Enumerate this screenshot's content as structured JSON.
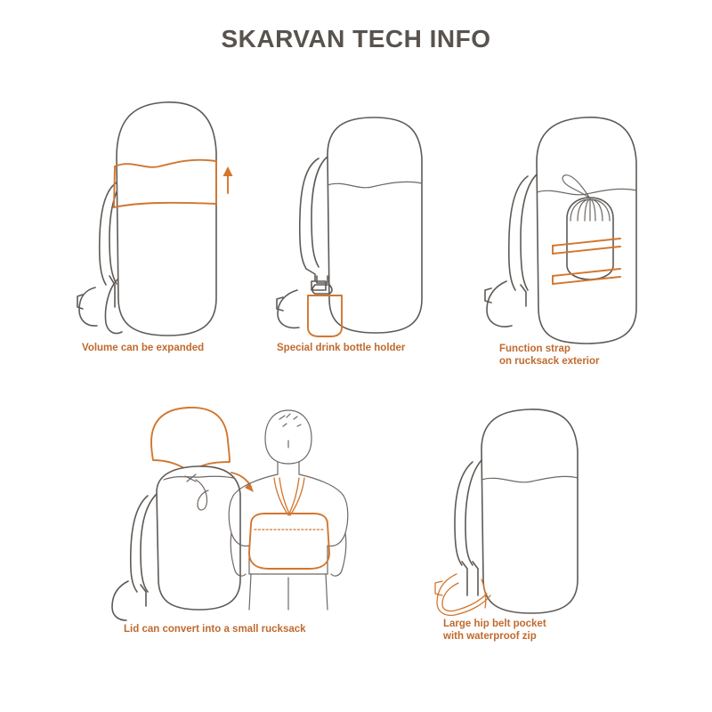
{
  "page": {
    "title": "SKARVAN TECH INFO",
    "background_color": "#ffffff",
    "title_color": "#58534e",
    "accent_color": "#d2762e",
    "line_color": "#5e5a56"
  },
  "panels": [
    {
      "id": "volume-expansion",
      "caption": "Volume can be expanded",
      "illustration": "rucksack side view with orange extension collar band and upward arrow",
      "highlight_color": "#d2762e",
      "arrow": "up"
    },
    {
      "id": "drink-bottle-holder",
      "caption": "Special drink bottle holder",
      "illustration": "rucksack side view with orange drink bottle pocket on lower side",
      "highlight_color": "#d2762e"
    },
    {
      "id": "function-strap",
      "caption": "Function strap\non rucksack exterior",
      "illustration": "rucksack side view with stuff sack held by two orange function straps",
      "highlight_color": "#d2762e"
    },
    {
      "id": "lid-convert",
      "caption": "Lid can convert into a small rucksack",
      "illustration": "detached orange lid above rucksack and person wearing lid as small daypack",
      "highlight_color": "#d2762e",
      "arrow": "right"
    },
    {
      "id": "hip-belt-pocket",
      "caption": "Large hip belt pocket\nwith waterproof zip",
      "illustration": "rucksack side view with orange highlighted hip belt pocket",
      "highlight_color": "#d2762e"
    }
  ]
}
